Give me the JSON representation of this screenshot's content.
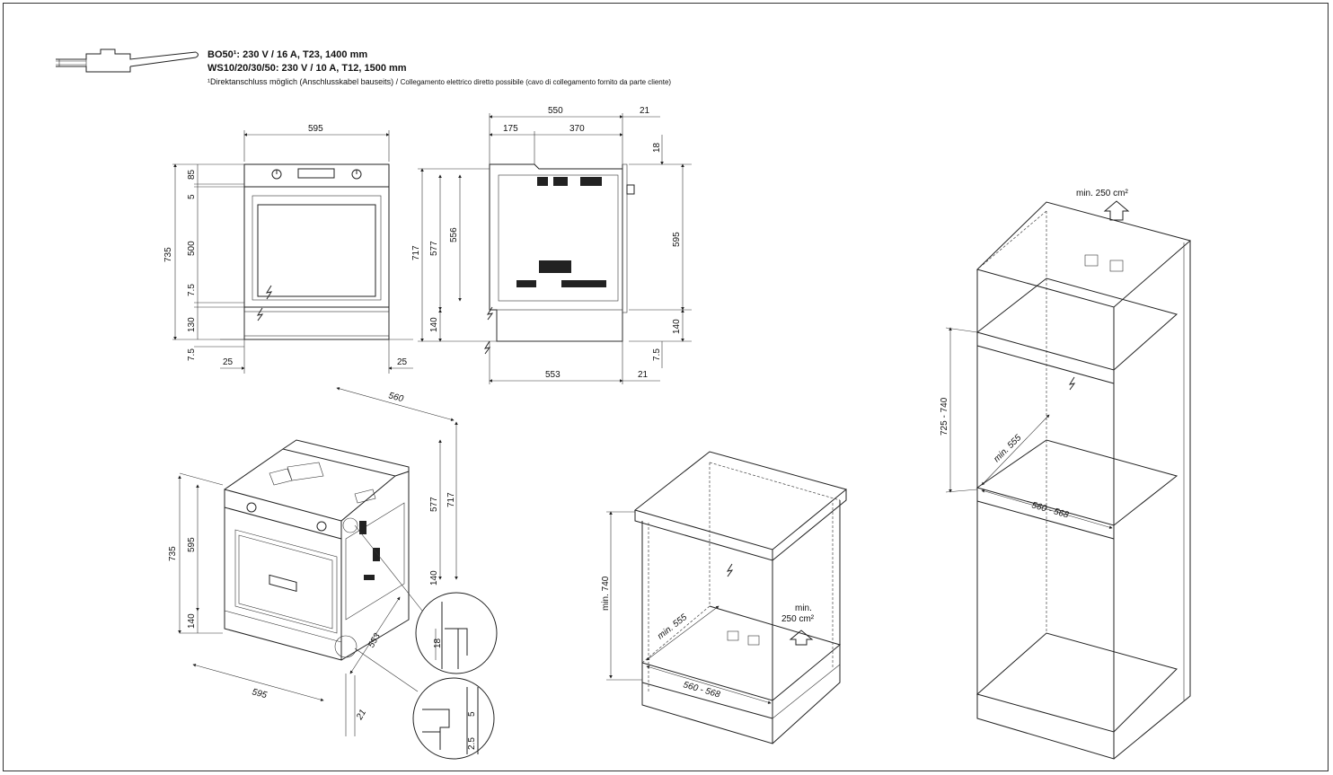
{
  "header": {
    "line1": "BO50¹: 230 V / 16 A, T23, 1400 mm",
    "line2": "WS10/20/30/50: 230 V / 10 A, T12, 1500 mm",
    "footnote_de": "¹Direktanschluss möglich (Anschlusskabel bauseits) / ",
    "footnote_it": "Collegamento elettrico diretto possibile (cavo di collegamento fornito da parte cliente)"
  },
  "front_view": {
    "width": "595",
    "h85": "85",
    "h5": "5",
    "h500": "500",
    "h7_5": "7.5",
    "h130": "130",
    "total": "735",
    "bottom": "7.5",
    "left_inset": "25",
    "right_inset": "25"
  },
  "side_view": {
    "depth": "550",
    "front": "21",
    "d175": "175",
    "d370": "370",
    "top18": "18",
    "h717": "717",
    "h577": "577",
    "h556": "556",
    "h595": "595",
    "h140": "140",
    "h140b": "140",
    "bottom7_5": "7.5",
    "d553": "553",
    "d21": "21"
  },
  "iso_view": {
    "width": "595",
    "depth": "560",
    "h735": "735",
    "h595": "595",
    "h140": "140",
    "h577": "577",
    "h717": "717",
    "h140r": "140",
    "d553": "553",
    "d21": "21",
    "detail18": "18",
    "detail5": "5",
    "detail2_5": "2.5"
  },
  "base_cabinet": {
    "height": "min. 740",
    "depth": "min. 555",
    "width": "560 - 568",
    "vent": "min.",
    "vent2": "250 cm²"
  },
  "tall_cabinet": {
    "vent": "min. 250 cm²",
    "height": "725 - 740",
    "depth": "min. 555",
    "width": "560 - 568"
  },
  "icons": [
    "plug-icon",
    "electric-bolt-icon",
    "socket-icon",
    "airflow-arrow-icon"
  ]
}
